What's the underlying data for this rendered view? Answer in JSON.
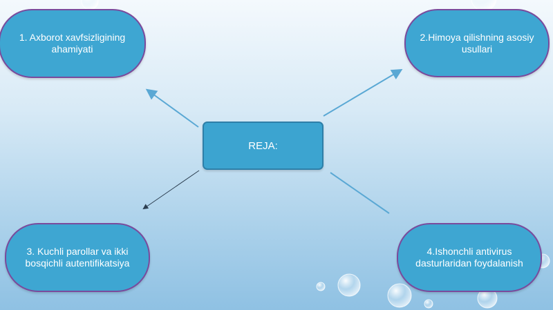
{
  "diagram": {
    "center": {
      "label": "REJA:"
    },
    "nodes": [
      {
        "label": "1. Axborot xavfsizligining ahamiyati"
      },
      {
        "label": "2.Himoya qilishning asosiy usullari"
      },
      {
        "label": "3. Kuchli parollar va ikki bosqichli autentifikatsiya"
      },
      {
        "label": "4.Ishonchli antivirus dasturlaridan foydalanish"
      }
    ],
    "colors": {
      "node_fill": "#3ea6d2",
      "node_border": "#7a4a9c",
      "connector": "#5aa8d4",
      "arrow_dark": "#2c3e50"
    }
  }
}
